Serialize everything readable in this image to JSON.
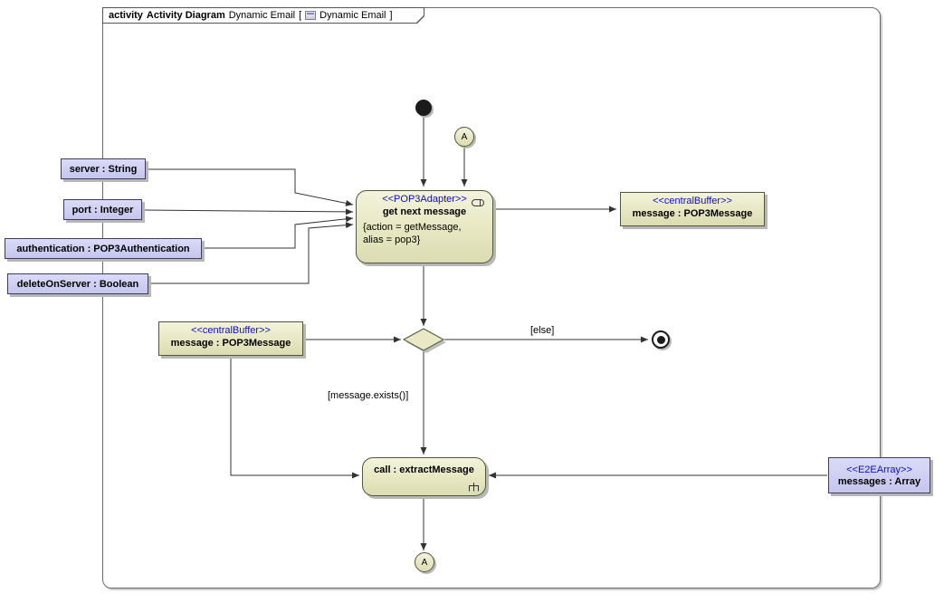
{
  "frame": {
    "keyword": "activity",
    "diagram_type": "Activity Diagram",
    "diagram_name": "Dynamic Email",
    "bracket_open": "[",
    "context_name": "Dynamic Email",
    "bracket_close": "]"
  },
  "nodes": {
    "connector_top": {
      "label": "A"
    },
    "connector_bottom": {
      "label": "A"
    },
    "get_next_message": {
      "stereotype": "<<POP3Adapter>>",
      "name": "get next message",
      "props_line1": "{action = getMessage,",
      "props_line2": "alias = pop3}"
    },
    "buffer_right": {
      "stereotype": "<<centralBuffer>>",
      "name": "message : POP3Message"
    },
    "buffer_left": {
      "stereotype": "<<centralBuffer>>",
      "name": "message : POP3Message"
    },
    "call_extract": {
      "name": "call : extractMessage"
    },
    "messages_array": {
      "stereotype": "<<E2EArray>>",
      "name": "messages : Array"
    },
    "pins": [
      {
        "label": "server : String"
      },
      {
        "label": "port : Integer"
      },
      {
        "label": "authentication : POP3Authentication"
      },
      {
        "label": "deleteOnServer : Boolean"
      }
    ]
  },
  "edges": {
    "else_label": "[else]",
    "exists_label": "[message.exists()]"
  },
  "colors": {
    "action_fill": "#e9e9c6",
    "object_fill": "#ccccee",
    "stereotype_text": "#1010b4",
    "edge": "#333333",
    "shadow": "#b7b7b7"
  }
}
